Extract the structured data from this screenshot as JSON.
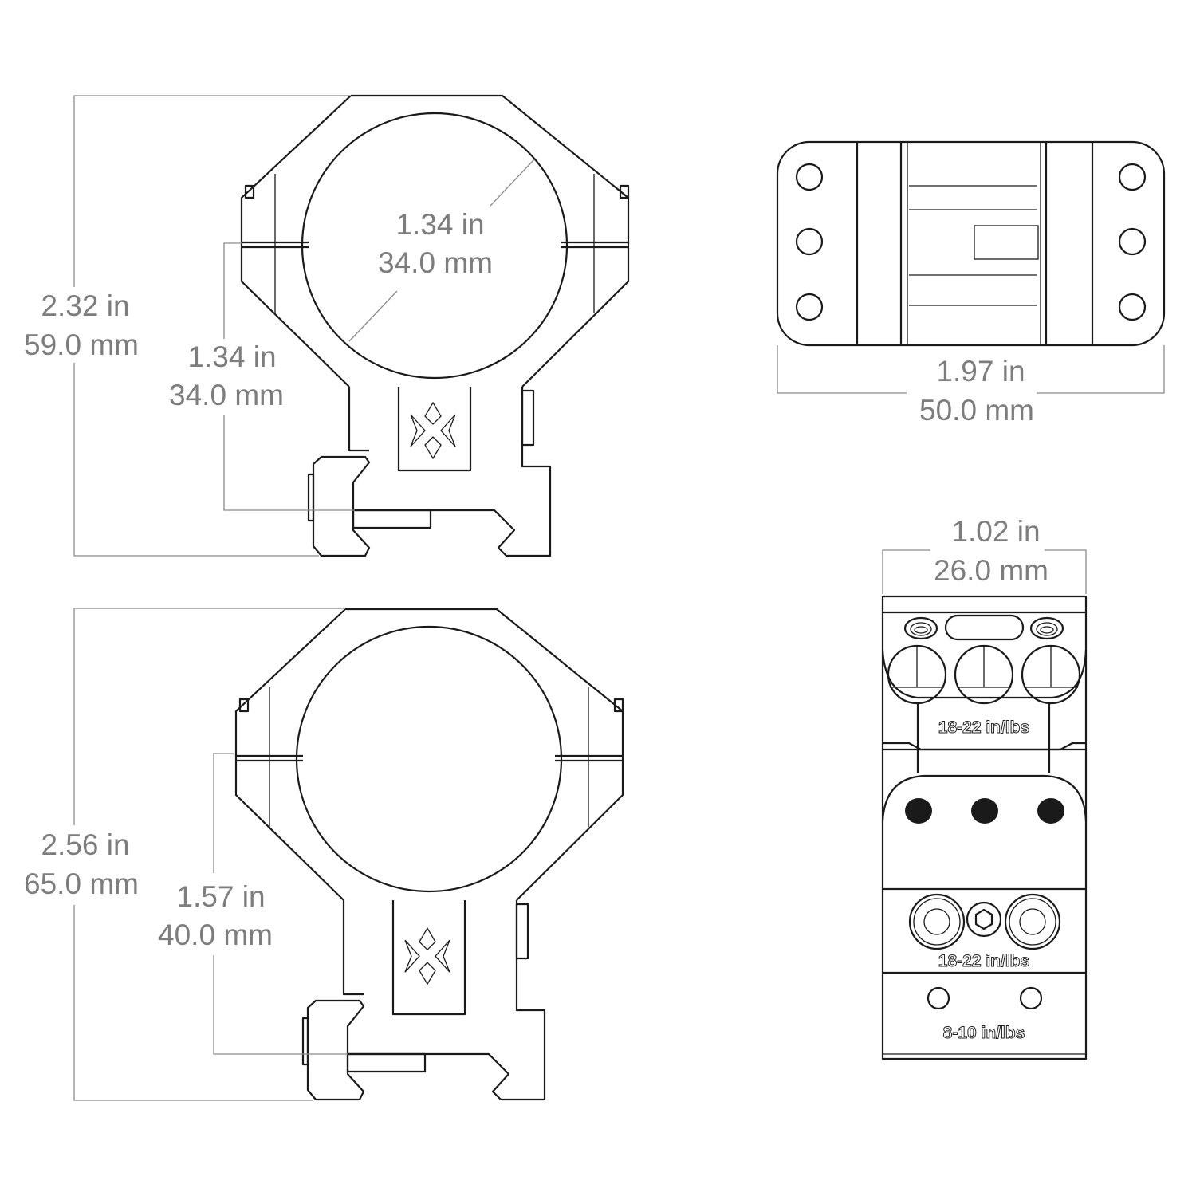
{
  "ring_34mm_height": {
    "total_height": {
      "in": "2.32 in",
      "mm": "59.0 mm"
    },
    "center_height": {
      "in": "1.34 in",
      "mm": "34.0 mm"
    },
    "tube_diameter": {
      "in": "1.34 in",
      "mm": "34.0 mm"
    }
  },
  "ring_40mm_height": {
    "total_height": {
      "in": "2.56 in",
      "mm": "65.0 mm"
    },
    "center_height": {
      "in": "1.57 in",
      "mm": "40.0 mm"
    }
  },
  "top_view": {
    "length": {
      "in": "1.97 in",
      "mm": "50.0 mm"
    }
  },
  "side_view": {
    "width": {
      "in": "1.02 in",
      "mm": "26.0 mm"
    },
    "torque_labels": [
      "18-22 in/lbs",
      "18-22 in/lbs",
      "8-10 in/lbs"
    ]
  },
  "colors": {
    "line": "#1a1a1a",
    "dimension": "#7d7d7d"
  }
}
